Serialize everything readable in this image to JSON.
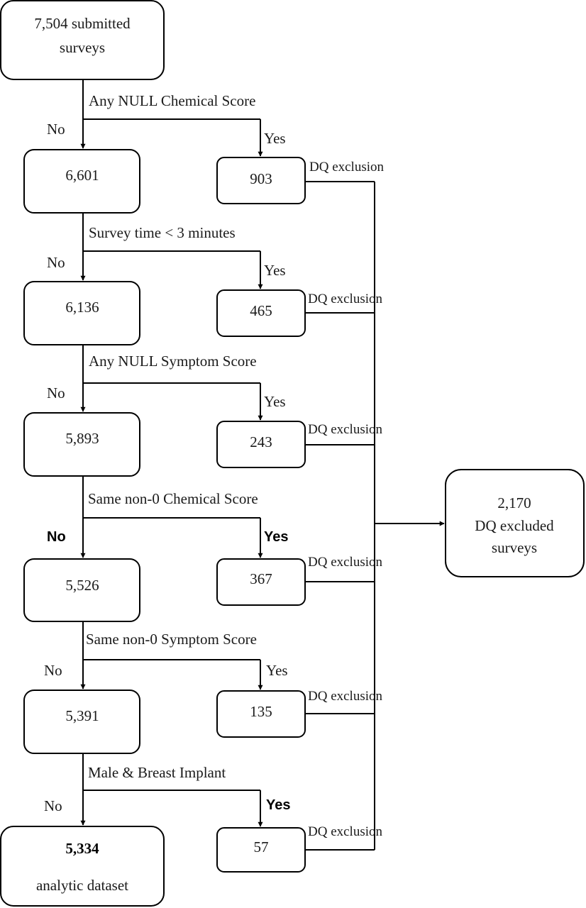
{
  "start": {
    "line1": "7,504 submitted",
    "line2": "surveys"
  },
  "steps": [
    {
      "criterion": "Any NULL Chemical Score",
      "no_label": "No",
      "yes_label": "Yes",
      "remaining": "6,601",
      "excluded": "903",
      "exclusion_label": "DQ exclusion"
    },
    {
      "criterion": "Survey time < 3 minutes",
      "no_label": "No",
      "yes_label": "Yes",
      "remaining": "6,136",
      "excluded": "465",
      "exclusion_label": "DQ exclusion"
    },
    {
      "criterion": "Any NULL Symptom Score",
      "no_label": "No",
      "yes_label": "Yes",
      "remaining": "5,893",
      "excluded": "243",
      "exclusion_label": "DQ exclusion"
    },
    {
      "criterion": "Same non-0 Chemical Score",
      "no_label": "No",
      "yes_label": "Yes",
      "remaining": "5,526",
      "excluded": "367",
      "exclusion_label": "DQ exclusion"
    },
    {
      "criterion": "Same non-0 Symptom Score",
      "no_label": "No",
      "yes_label": "Yes",
      "remaining": "5,391",
      "excluded": "135",
      "exclusion_label": "DQ exclusion"
    },
    {
      "criterion": "Male & Breast Implant",
      "no_label": "No",
      "yes_label": "Yes",
      "excluded": "57",
      "exclusion_label": "DQ exclusion"
    }
  ],
  "final": {
    "count": "5,334",
    "label": "analytic dataset"
  },
  "total_excluded": {
    "count": "2,170",
    "line2": "DQ excluded",
    "line3": "surveys"
  }
}
